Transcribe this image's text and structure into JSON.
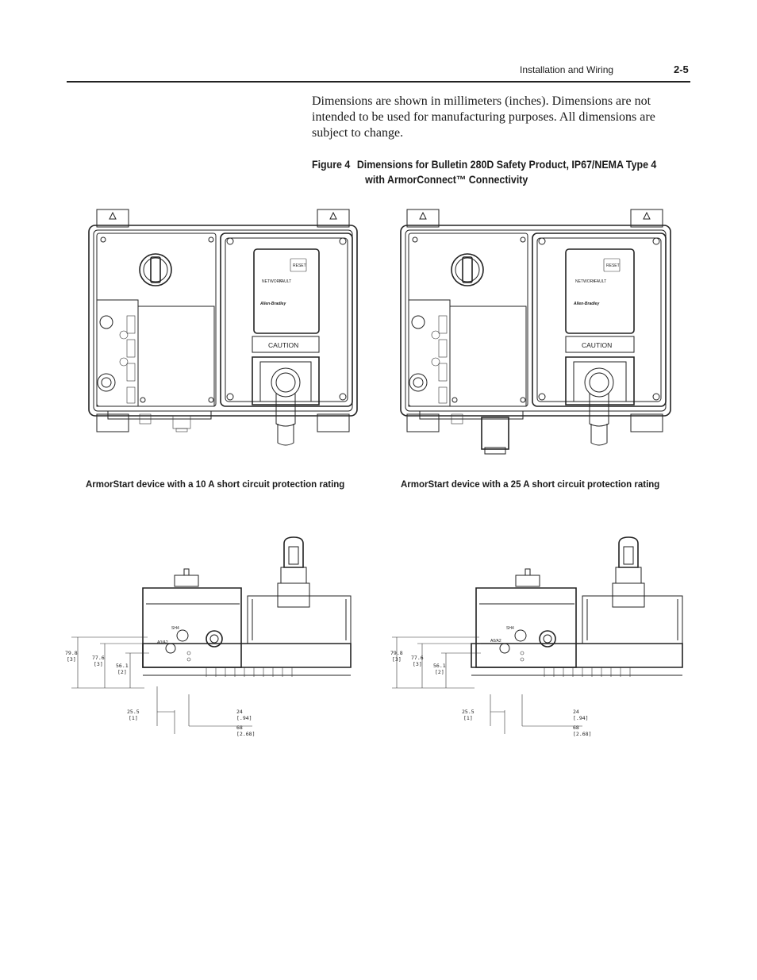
{
  "header": {
    "section": "Installation and Wiring",
    "page": "2-5"
  },
  "intro": "Dimensions are shown in millimeters (inches). Dimensions are not intended to be used for manufacturing purposes. All dimensions are subject to change.",
  "figure": {
    "number": "Figure 4",
    "title_line1": "Dimensions for Bulletin 280D Safety Product, IP67/NEMA Type 4",
    "title_line2": "with ArmorConnect™ Connectivity"
  },
  "captions": {
    "left": "ArmorStart device with a 10 A short circuit protection rating",
    "right": "ArmorStart device with a 25 A short circuit protection rating"
  },
  "device_labels": {
    "caution": "CAUTION",
    "brand": "Allen-Bradley",
    "reset": "RESET",
    "network": "NETWORK",
    "fault": "FAULT",
    "bottom_a": "SH4",
    "bottom_b": "A0/A2"
  },
  "dims_left": {
    "d1": "79.8",
    "d1_in": "[3]",
    "d2": "77.6",
    "d2_in": "[3]",
    "d3": "56.1",
    "d3_in": "[2]",
    "d4": "25.5",
    "d4_in": "[1]",
    "d5": "24",
    "d5_in": "[.94]",
    "d6": "68",
    "d6_in": "[2.68]"
  },
  "dims_right": {
    "d1": "79.8",
    "d1_in": "[3]",
    "d2": "77.6",
    "d2_in": "[3]",
    "d3": "56.1",
    "d3_in": "[2]",
    "d4": "25.5",
    "d4_in": "[1]",
    "d5": "24",
    "d5_in": "[.94]",
    "d6": "68",
    "d6_in": "[2.68]"
  }
}
